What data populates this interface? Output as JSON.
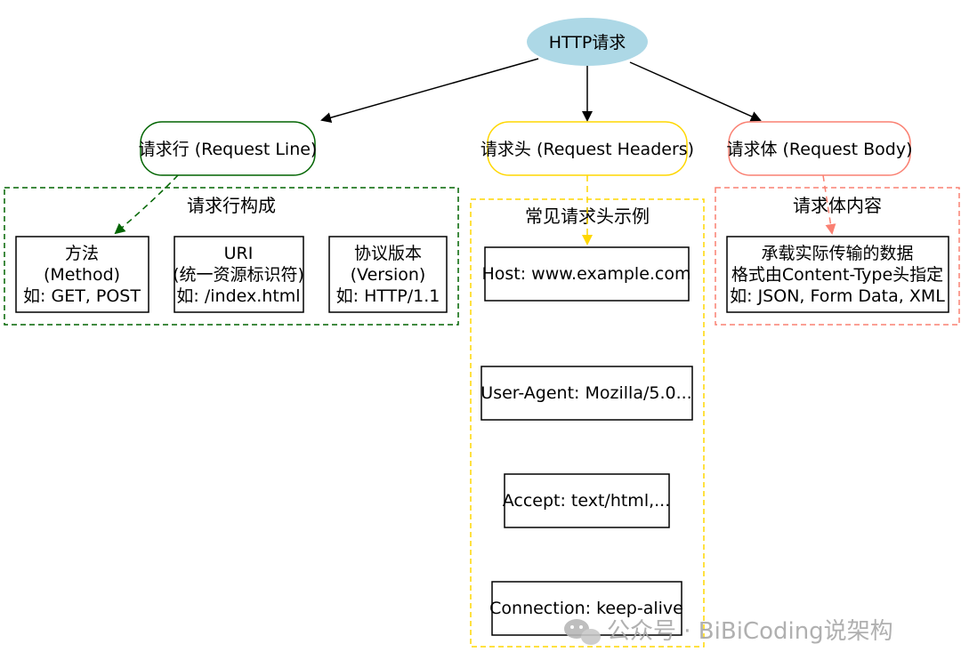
{
  "root": {
    "label": "HTTP请求",
    "fill": "#add8e6"
  },
  "branches": {
    "line": {
      "label": "请求行 (Request Line)",
      "color": "#006400"
    },
    "headers": {
      "label": "请求头 (Request Headers)",
      "color": "#ffd700"
    },
    "body": {
      "label": "请求体 (Request Body)",
      "color": "#fa8072"
    }
  },
  "clusters": {
    "line": {
      "title": "请求行构成"
    },
    "headers": {
      "title": "常见请求头示例"
    },
    "body": {
      "title": "请求体内容"
    }
  },
  "line_boxes": [
    {
      "lines": [
        "方法",
        "(Method)",
        "如: GET, POST"
      ]
    },
    {
      "lines": [
        "URI",
        "(统一资源标识符)",
        "如: /index.html"
      ]
    },
    {
      "lines": [
        "协议版本",
        "(Version)",
        "如: HTTP/1.1"
      ]
    }
  ],
  "header_boxes": [
    {
      "label": "Host: www.example.com"
    },
    {
      "label": "User-Agent: Mozilla/5.0..."
    },
    {
      "label": "Accept: text/html,..."
    },
    {
      "label": "Connection: keep-alive"
    }
  ],
  "body_box": {
    "lines": [
      "承载实际传输的数据",
      "格式由Content-Type头指定",
      "如: JSON, Form Data, XML"
    ]
  },
  "watermark": {
    "text": "公众号 · BiBiCoding说架构"
  }
}
